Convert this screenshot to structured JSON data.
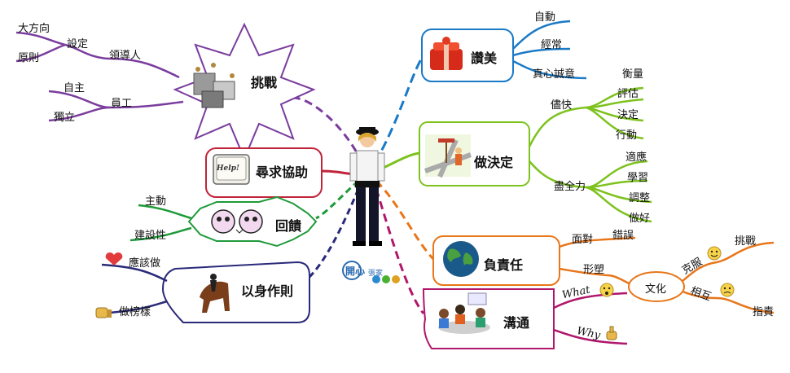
{
  "center": {
    "logo_text": "開心",
    "logo_sub": "張家"
  },
  "branches": {
    "challenge": {
      "label": "挑戰",
      "color": "#7a3d9e"
    },
    "leader": {
      "label": "領導人",
      "children": [
        "設定"
      ]
    },
    "set_children": [
      "大方向",
      "原則"
    ],
    "staff": {
      "label": "員工",
      "children": [
        "自主",
        "獨立"
      ]
    },
    "seek_help": {
      "label": "尋求協助",
      "key_text": "Help!",
      "color": "#c0243a"
    },
    "feedback": {
      "label": "回饋",
      "color": "#1f9a3a",
      "children": [
        "主動",
        "建設性"
      ]
    },
    "role_model": {
      "label": "以身作則",
      "color": "#2a2a7a",
      "children": [
        "應該做",
        "做榜樣"
      ]
    },
    "praise": {
      "label": "讚美",
      "color": "#1a7ac6",
      "children": [
        "自動",
        "經常",
        "真心誠意"
      ]
    },
    "decide": {
      "label": "做決定",
      "color": "#7dc21e"
    },
    "promptly": {
      "label": "儘快",
      "children": [
        "衡量",
        "評估",
        "決定",
        "行動"
      ]
    },
    "do_all": {
      "label": "盡全力",
      "children": [
        "適應",
        "學習",
        "調整",
        "做好"
      ]
    },
    "responsible": {
      "label": "負責任",
      "color": "#e8761a"
    },
    "face": {
      "label": "面對",
      "children": [
        "錯誤"
      ]
    },
    "shape": {
      "label": "形塑",
      "children": [
        "文化"
      ]
    },
    "culture_children": [
      {
        "label": "克服",
        "children": [
          "挑戰"
        ]
      },
      {
        "label": "相互",
        "children": [
          "指責"
        ]
      }
    ],
    "communicate": {
      "label": "溝通",
      "color": "#b0166b",
      "children": [
        "What",
        "Why"
      ]
    }
  }
}
